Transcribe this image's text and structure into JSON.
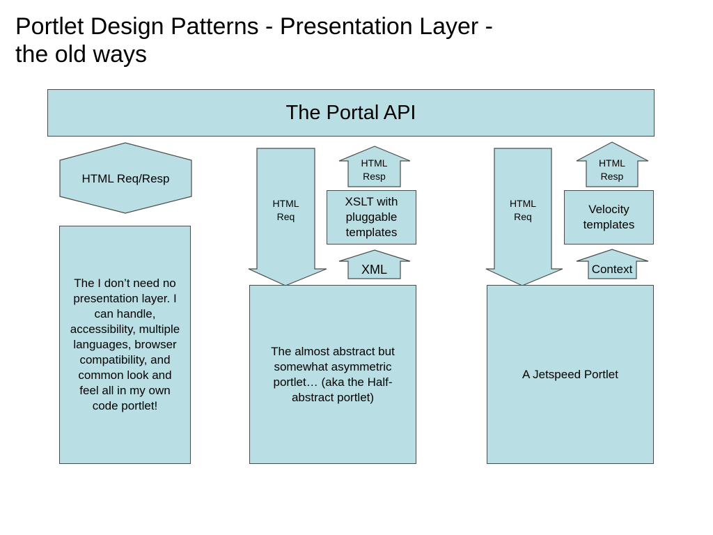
{
  "title": "Portlet Design Patterns - Presentation Layer -\nthe old ways",
  "diagram": {
    "portal_api": "The Portal API",
    "left": {
      "arrow_label": "HTML Req/Resp",
      "box_text": "The I don’t need no presentation layer.  I can handle, accessibility, multiple languages, browser compatibility, and common look and feel all in my own code portlet!"
    },
    "middle": {
      "req_label": "HTML\nReq",
      "resp_label": "HTML\nResp",
      "xslt_box": "XSLT with pluggable templates",
      "xml_label": "XML",
      "portlet_box": "The almost abstract but somewhat asymmetric portlet…  (aka the Half-abstract portlet)"
    },
    "right": {
      "req_label": "HTML\nReq",
      "resp_label": "HTML\nResp",
      "velocity_box": "Velocity templates",
      "context_label": "Context",
      "portlet_box": "A Jetspeed Portlet"
    }
  }
}
